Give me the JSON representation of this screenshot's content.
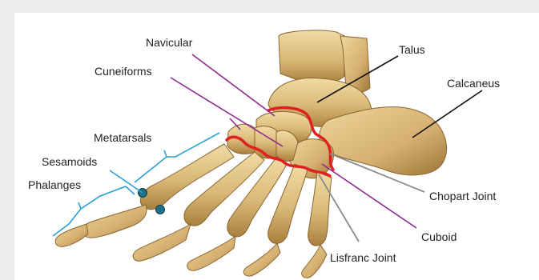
{
  "labels": {
    "navicular": "Navicular",
    "talus": "Talus",
    "cuneiforms": "Cuneiforms",
    "calcaneus": "Calcaneus",
    "metatarsals": "Metatarsals",
    "sesamoids": "Sesamoids",
    "phalanges": "Phalanges",
    "chopart_joint": "Chopart Joint",
    "cuboid": "Cuboid",
    "lisfranc_joint": "Lisfranc Joint"
  },
  "colors": {
    "bone": "#d9b978",
    "bone_shadow": "#a97f3c",
    "joint_line": "#e02020",
    "leader_purple": "#8b2a8f",
    "leader_black": "#111111",
    "leader_gray": "#8a8a8a",
    "bracket_blue": "#2a9fd6",
    "sesamoid_blue": "#1f6f86"
  }
}
